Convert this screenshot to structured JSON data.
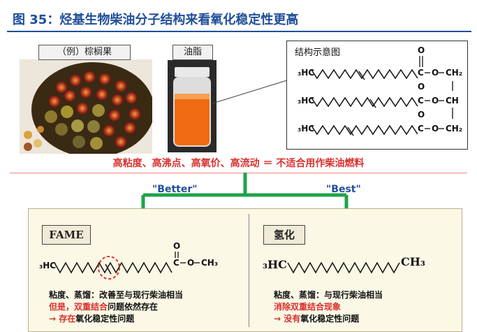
{
  "title": "图 35：烃基生物柴油分子结构来看氧化稳定性更高",
  "palm_label": "（例）棕榈果",
  "oil_label": "油脂",
  "structure": {
    "title": "结构示意图",
    "rows": [
      {
        "start": "₃HC",
        "tail": "O",
        "end": "CH₂"
      },
      {
        "start": "₃HC",
        "tail": "O",
        "end": "CH"
      },
      {
        "start": "₃HC",
        "tail": "O",
        "end": "CH₂"
      }
    ],
    "carbonyl": "C",
    "carbonyl_o": "O"
  },
  "summary": "高粘度、高沸点、高氧价、高流动 ＝ 不适合用作柴油燃料",
  "better_label": "\"Better\"",
  "best_label": "\"Best\"",
  "fame": {
    "tag": "FAME",
    "mol_start": "₃HC",
    "mol_c": "C",
    "mol_o_top": "O",
    "mol_o": "O",
    "mol_end": "CH₃",
    "line1": "粘度、蒸馏：改善至与现行柴油相当",
    "line2_red": "但是，双重结合",
    "line2_rest": "问题依然存在",
    "line3_red": "→ 存在",
    "line3_rest": "氧化稳定性问题"
  },
  "hydro": {
    "tag": "氢化",
    "mol_start": "₃HC",
    "mol_end": "CH₃",
    "line1": "粘度、蒸馏：与现行柴油相当",
    "line2_red": "消除双重结合现象",
    "line3_red": "→ 没有",
    "line3_rest": "氧化稳定性问题"
  },
  "colors": {
    "title": "#1f4e9a",
    "accent_red": "#d9302c",
    "arrow_green": "#1fa34a",
    "panel_bg": "#fbf8e6"
  }
}
